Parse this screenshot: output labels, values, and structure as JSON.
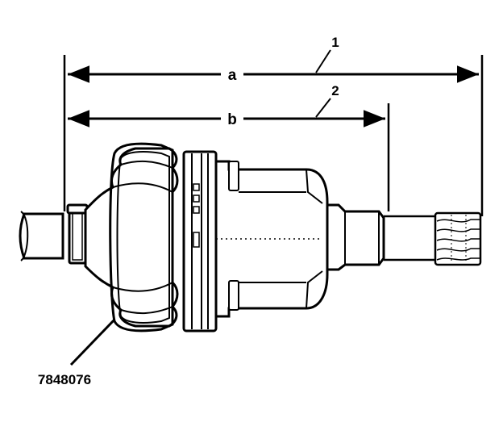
{
  "diagram": {
    "callouts": {
      "one": "1",
      "two": "2"
    },
    "dimensions": {
      "a": "a",
      "b": "b"
    },
    "tool_number": "7848076"
  }
}
